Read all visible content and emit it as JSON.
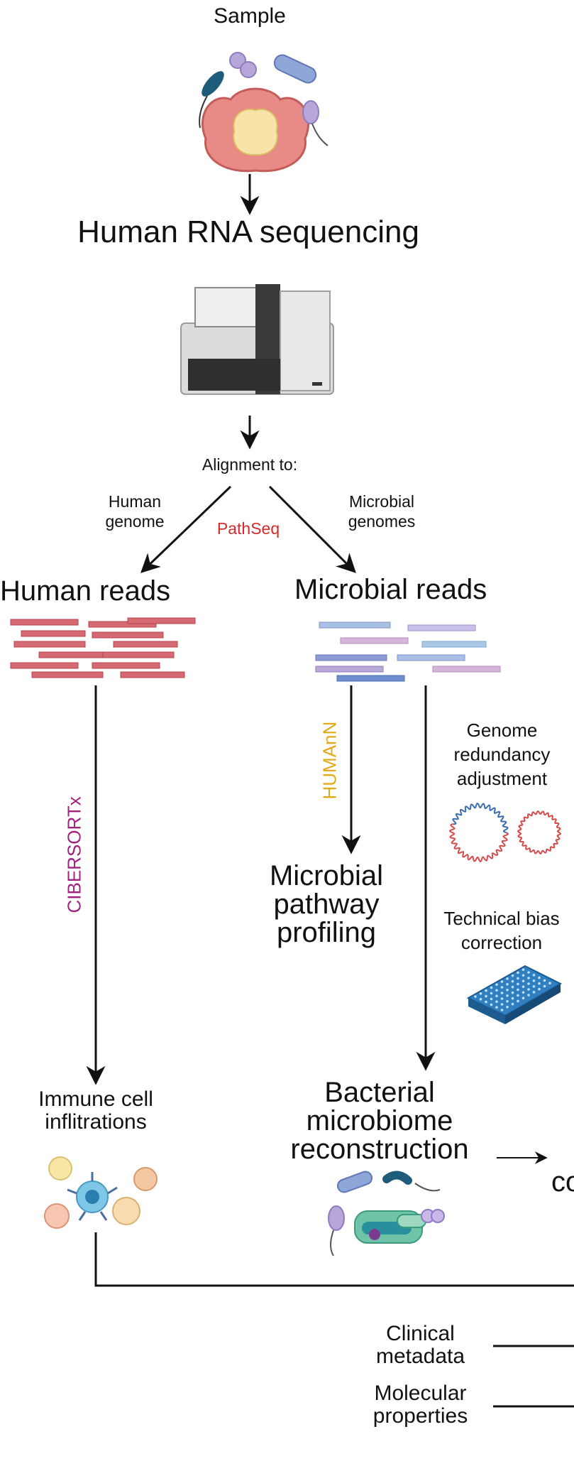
{
  "labels": {
    "sample": "Sample",
    "human_rna_sequencing": "Human RNA sequencing",
    "alignment_to": "Alignment to:",
    "human_genome": [
      "Human",
      "genome"
    ],
    "pathseq": "PathSeq",
    "microbial_genomes": [
      "Microbial",
      "genomes"
    ],
    "human_reads": "Human reads",
    "microbial_reads": "Microbial reads",
    "cibersortx": "CIBERSORTx",
    "humann": "HUMAnN",
    "genome_redundancy": [
      "Genome",
      "redundancy",
      "adjustment"
    ],
    "microbial_pathway_profiling": [
      "Microbial",
      "pathway",
      "profiling"
    ],
    "technical_bias": [
      "Technical bias",
      "correction"
    ],
    "immune_cell_infiltrations": [
      "Immune cell",
      "inflitrations"
    ],
    "bacterial_microbiome_reconstruction": [
      "Bacterial",
      "microbiome",
      "reconstruction"
    ],
    "cut_off_text": "co",
    "clinical_metadata": [
      "Clinical",
      "metadata"
    ],
    "molecular_properties": [
      "Molecular",
      "properties"
    ]
  },
  "colors": {
    "text": "#111111",
    "pathseq": "#d42a2a",
    "cibersortx": "#a0227f",
    "humann": "#e0a91a",
    "human_reads": "#c4515a",
    "microbial_reads": "#8a9fcf"
  },
  "icons": {
    "sample": "tumor-with-microbes-icon",
    "sequencer": "rna-sequencer-icon",
    "genome_circles": "circular-genome-icon",
    "plate": "well-plate-icon",
    "immune_cells": "immune-cells-icon",
    "bacteria": "bacteria-cluster-icon"
  }
}
